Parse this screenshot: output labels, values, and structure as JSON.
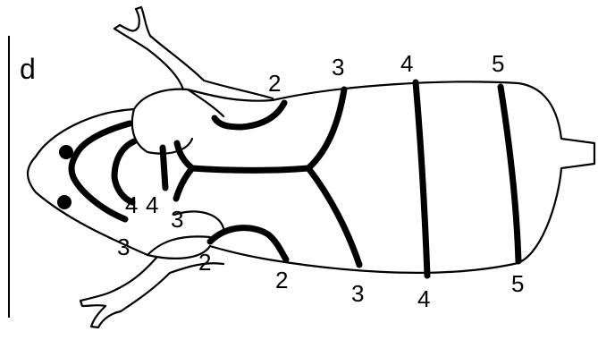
{
  "panel_label": "d",
  "labels": {
    "top_2": "2",
    "top_3": "3",
    "top_4": "4",
    "top_5": "5",
    "head_4a": "4",
    "head_4b": "4",
    "head_3_right": "3",
    "head_3_left": "3",
    "bottom_2a": "2",
    "bottom_2b": "2",
    "bottom_3": "3",
    "bottom_4": "4",
    "bottom_5": "5"
  }
}
